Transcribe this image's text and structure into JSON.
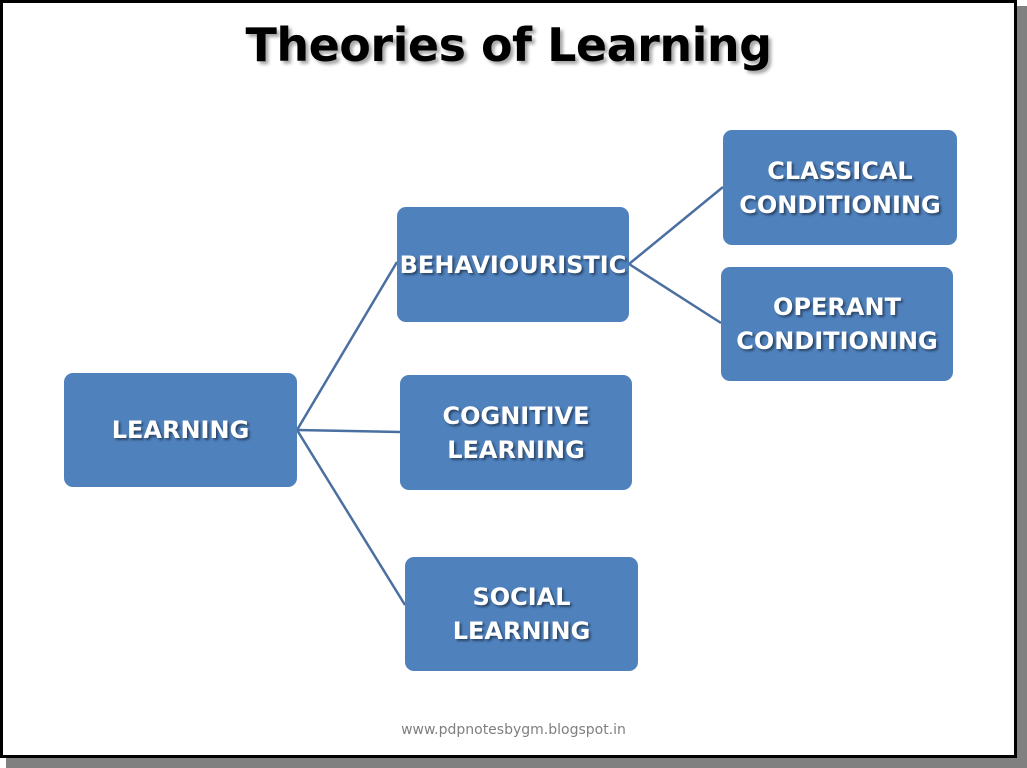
{
  "title": "Theories of Learning",
  "colors": {
    "node_fill": "#4f81bd",
    "connector": "#4a6fa0",
    "node_text": "#ffffff"
  },
  "nodes": {
    "learning": [
      "LEARNING"
    ],
    "behaviouristic": [
      "BEHAVIOURISTIC"
    ],
    "cognitive": [
      "COGNITIVE",
      "LEARNING"
    ],
    "social": [
      "SOCIAL",
      "LEARNING"
    ],
    "classical": [
      "CLASSICAL",
      "CONDITIONING"
    ],
    "operant": [
      "OPERANT",
      "CONDITIONING"
    ]
  },
  "footer": "www.pdpnotesbygm.blogspot.in"
}
